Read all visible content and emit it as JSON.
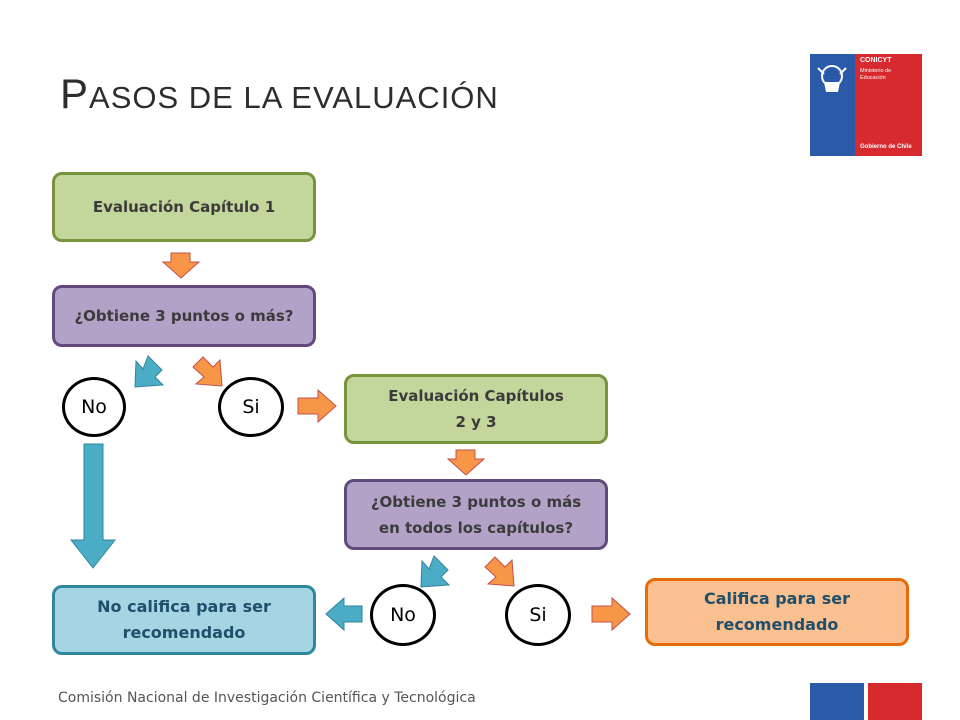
{
  "title": {
    "initial": "P",
    "rest": "asos de la evaluación"
  },
  "logo": {
    "name": "CONICYT",
    "line1": "Ministerio de",
    "line2": "Educación",
    "gov": "Gobierno de Chile"
  },
  "nodes": {
    "eval1": "Evaluación  Capítulo  1",
    "q1": "¿Obtiene 3 puntos o más?",
    "no1": "No",
    "si1": "Si",
    "eval23_l1": "Evaluación  Capítulos",
    "eval23_l2": "2 y 3",
    "q2_l1": "¿Obtiene 3 puntos o más",
    "q2_l2": "en todos los capítulos?",
    "no2": "No",
    "si2": "Si",
    "fail_l1": "No califica para ser",
    "fail_l2": "recomendado",
    "pass_l1": "Califica para ser",
    "pass_l2": "recomendado"
  },
  "colors": {
    "orange_arrow": "#f79646",
    "blue_arrow": "#4bacc6"
  },
  "footer": "Comisión Nacional de Investigación Científica y Tecnológica"
}
